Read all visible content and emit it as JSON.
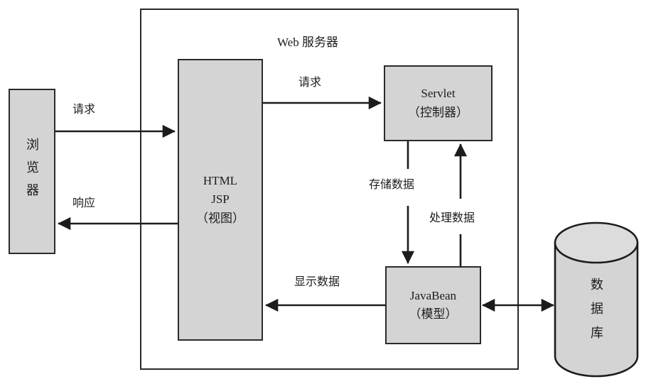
{
  "diagram": {
    "title": "Web 服务器",
    "nodes": {
      "browser": {
        "label": "浏览器",
        "chars": [
          "浏",
          "览",
          "器"
        ]
      },
      "view": {
        "line1": "HTML",
        "line2": "JSP",
        "line3": "（视图）"
      },
      "controller": {
        "line1": "Servlet",
        "line2": "（控制器）"
      },
      "model": {
        "line1": "JavaBean",
        "line2": "（模型）"
      },
      "database": {
        "label": "数据库",
        "chars": [
          "数",
          "据",
          "库"
        ]
      }
    },
    "edges": {
      "browser_to_view": "请求",
      "view_to_browser": "响应",
      "view_to_controller": "请求",
      "controller_to_model": "存储数据",
      "model_to_controller": "处理数据",
      "model_to_view": "显示数据",
      "model_to_database": ""
    },
    "colors": {
      "node_fill": "#d4d4d4",
      "stroke": "#2b2b2b",
      "background": "#ffffff",
      "text": "#1c1c1c"
    }
  }
}
